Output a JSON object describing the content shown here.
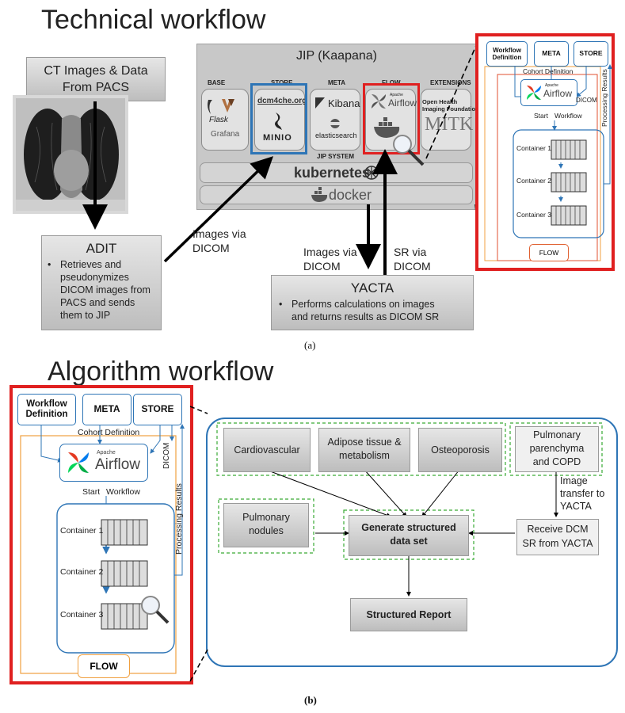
{
  "panel_a": {
    "title": "Technical workflow",
    "caption": "(a)",
    "ct_box": {
      "line1": "CT Images & Data",
      "line2": "From PACS"
    },
    "adit": {
      "title": "ADIT",
      "bullet": "Retrieves and\npseudonymizes\nDICOM images from\nPACS and sends\nthem to JIP"
    },
    "arrow_images_via_dicom_1": {
      "line1": "Images via",
      "line2": "DICOM"
    },
    "arrow_images_via_dicom_2": {
      "line1": "Images via",
      "line2": "DICOM"
    },
    "arrow_sr_via_dicom": {
      "line1": "SR via",
      "line2": "DICOM"
    },
    "yacta": {
      "title": "YACTA",
      "bullet": "Performs calculations on images\nand returns results as DICOM SR"
    },
    "jip": {
      "title": "JIP (Kaapana)",
      "columns": [
        "BASE",
        "STORE",
        "META",
        "FLOW",
        "EXTENSIONS"
      ],
      "base_logos": [
        "Flask",
        "Grafana"
      ],
      "store_logos": [
        "dcm4che.org",
        "MINIO"
      ],
      "meta_logos": [
        "Kibana",
        "elasticsearch"
      ],
      "flow_logos": [
        "Apache",
        "Airflow"
      ],
      "ext_logos": [
        "Open Health",
        "Imaging Foundation",
        "MITK"
      ],
      "system_label": "JIP SYSTEM",
      "kubernetes": "kubernetes",
      "docker": "docker"
    },
    "flow_detail": {
      "workflow_definition": "Workflow Definition",
      "meta": "META",
      "store": "STORE",
      "cohort_definition": "Cohort Definition",
      "airflow_small": "Apache",
      "airflow": "Airflow",
      "dicom": "DICOM",
      "start": "Start",
      "workflow": "Workflow",
      "processing_results": "Processing Results",
      "containers": [
        "Container 1",
        "Container 2",
        "Container 3"
      ],
      "flow": "FLOW"
    }
  },
  "panel_b": {
    "title": "Algorithm workflow",
    "caption": "(b)",
    "flow_detail": {
      "workflow_definition_1": "Workflow",
      "workflow_definition_2": "Definition",
      "meta": "META",
      "store": "STORE",
      "cohort_definition": "Cohort Definition",
      "airflow_small": "Apache",
      "airflow": "Airflow",
      "dicom": "DICOM",
      "start": "Start",
      "workflow": "Workflow",
      "processing_results": "Processing Results",
      "containers": [
        "Container 1",
        "Container 2",
        "Container 3"
      ],
      "flow": "FLOW"
    },
    "algorithm": {
      "cardiovascular": "Cardiovascular",
      "adipose_1": "Adipose tissue &",
      "adipose_2": "metabolism",
      "osteoporosis": "Osteoporosis",
      "pulmonary_1": "Pulmonary",
      "pulmonary_2": "parenchyma",
      "pulmonary_3": "and COPD",
      "image_transfer_1": "Image",
      "image_transfer_2": "transfer to",
      "image_transfer_3": "YACTA",
      "nodules_1": "Pulmonary",
      "nodules_2": "nodules",
      "generate_1": "Generate structured",
      "generate_2": "data set",
      "receive_1": "Receive DCM",
      "receive_2": "SR from YACTA",
      "structured_report": "Structured Report"
    }
  },
  "colors": {
    "red_frame": "#e02020",
    "blue": "#2e75b6",
    "orange": "#f0a040",
    "green_dash": "#3aaa35",
    "arrow": "#000000"
  }
}
